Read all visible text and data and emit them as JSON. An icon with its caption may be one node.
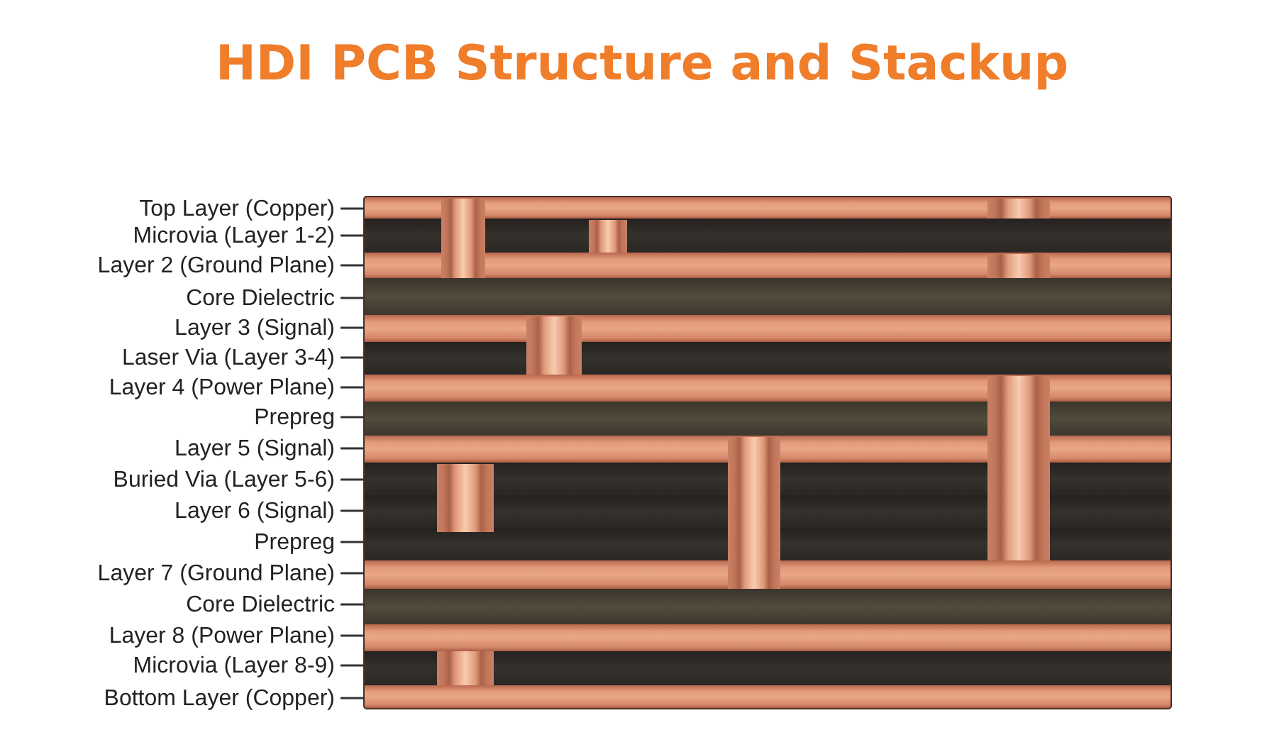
{
  "diagram": {
    "title": "HDI PCB Structure and Stackup",
    "nodes": [
      {
        "text": [
          "Top Layer (Copper)"
        ]
      },
      {
        "text": [],
        "shape": "bar"
      },
      {
        "text": [
          "Microvia (Layer 1-2)"
        ]
      },
      {
        "text": [],
        "shape": "bar"
      },
      {
        "text": [
          "Layer 2 (Ground Plane)"
        ]
      },
      {
        "text": [],
        "shape": "bar"
      },
      {
        "text": [
          "Core Dielectric"
        ]
      },
      {
        "text": [],
        "shape": "bar"
      },
      {
        "text": [
          "Layer 3 (Signal)"
        ]
      },
      {
        "text": [],
        "shape": "bar"
      },
      {
        "text": [
          "Laser Via (Layer 3-4)"
        ]
      },
      {
        "text": [],
        "shape": "bar"
      },
      {
        "text": [
          "Layer 4 (Power Plane)"
        ]
      },
      {
        "text": [],
        "shape": "bar"
      },
      {
        "text": [
          "Prepreg"
        ]
      },
      {
        "text": [],
        "shape": "bar"
      },
      {
        "text": [
          "Layer 5 (Signal)"
        ]
      },
      {
        "text": [],
        "shape": "bar"
      },
      {
        "text": [
          "Buried Via (Layer 5-6)"
        ]
      },
      {
        "text": [],
        "shape": "bar"
      },
      {
        "text": [
          "Layer 6 (Signal)"
        ]
      },
      {
        "text": [],
        "shape": "bar"
      },
      {
        "text": [
          "Prepreg"
        ]
      },
      {
        "text": [],
        "shape": "bar"
      },
      {
        "text": [
          "Layer 7 (Ground Plane)"
        ]
      },
      {
        "text": [],
        "shape": "bar"
      },
      {
        "text": [
          "Core Dielectric"
        ]
      },
      {
        "text": [],
        "shape": "bar"
      },
      {
        "text": [
          "Layer 8 (Power Plane)"
        ]
      },
      {
        "text": [],
        "shape": "bar"
      },
      {
        "text": [
          "Microvia (Layer 8-9)"
        ]
      },
      {
        "text": [],
        "shape": "bar"
      },
      {
        "text": [
          "Bottom Layer (Copper)"
        ]
      },
      {
        "text": [],
        "shape": "bar"
      }
    ],
    "edges": [
      {
        "from": 0,
        "to": 1,
        "arrow": "none"
      },
      {
        "from": 2,
        "to": 3,
        "arrow": "none"
      },
      {
        "from": 4,
        "to": 5,
        "arrow": "none"
      },
      {
        "from": 6,
        "to": 7,
        "arrow": "none"
      },
      {
        "from": 8,
        "to": 9,
        "arrow": "none"
      },
      {
        "from": 10,
        "to": 11,
        "arrow": "none"
      },
      {
        "from": 12,
        "to": 13,
        "arrow": "none"
      },
      {
        "from": 14,
        "to": 15,
        "arrow": "none"
      },
      {
        "from": 16,
        "to": 17,
        "arrow": "none"
      },
      {
        "from": 18,
        "to": 19,
        "arrow": "none"
      },
      {
        "from": 20,
        "to": 21,
        "arrow": "none"
      },
      {
        "from": 22,
        "to": 23,
        "arrow": "none"
      },
      {
        "from": 24,
        "to": 25,
        "arrow": "none"
      },
      {
        "from": 26,
        "to": 27,
        "arrow": "none"
      },
      {
        "from": 28,
        "to": 29,
        "arrow": "none"
      },
      {
        "from": 30,
        "to": 31,
        "arrow": "none"
      },
      {
        "from": 32,
        "to": 33,
        "arrow": "none"
      }
    ]
  }
}
